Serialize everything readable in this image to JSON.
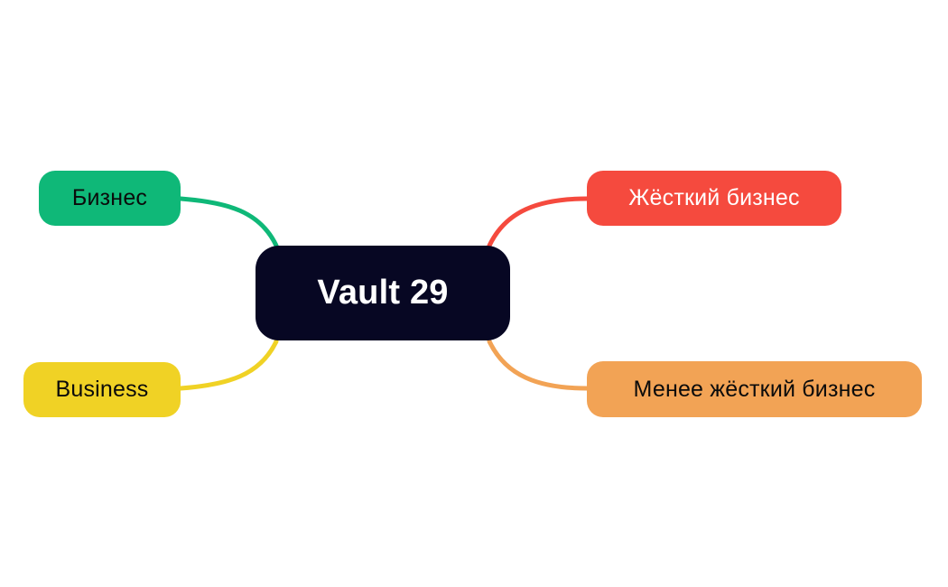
{
  "diagram": {
    "type": "mind-map",
    "background_color": "#ffffff",
    "root": {
      "id": "vault29",
      "label": "Vault 29",
      "bg_color": "#070723",
      "text_color": "#ffffff"
    },
    "nodes": [
      {
        "id": "biznes",
        "label": "Бизнес",
        "bg_color": "#0fb878",
        "text_color": "#0b0b0b",
        "position": "top-left"
      },
      {
        "id": "business",
        "label": "Business",
        "bg_color": "#f0d225",
        "text_color": "#0b0b0b",
        "position": "bottom-left"
      },
      {
        "id": "zhestkiy-biznes",
        "label": "Жёсткий бизнес",
        "bg_color": "#f54a3e",
        "text_color": "#ffffff",
        "position": "top-right"
      },
      {
        "id": "menee-zhestkiy-biznes",
        "label": "Менее жёсткий бизнес",
        "bg_color": "#f2a355",
        "text_color": "#0b0b0b",
        "position": "bottom-right"
      }
    ],
    "edges": [
      {
        "from": "vault29",
        "to": "biznes",
        "color": "#0fb878"
      },
      {
        "from": "vault29",
        "to": "business",
        "color": "#f0d225"
      },
      {
        "from": "vault29",
        "to": "zhestkiy-biznes",
        "color": "#f54a3e"
      },
      {
        "from": "vault29",
        "to": "menee-zhestkiy-biznes",
        "color": "#f2a355"
      }
    ]
  }
}
